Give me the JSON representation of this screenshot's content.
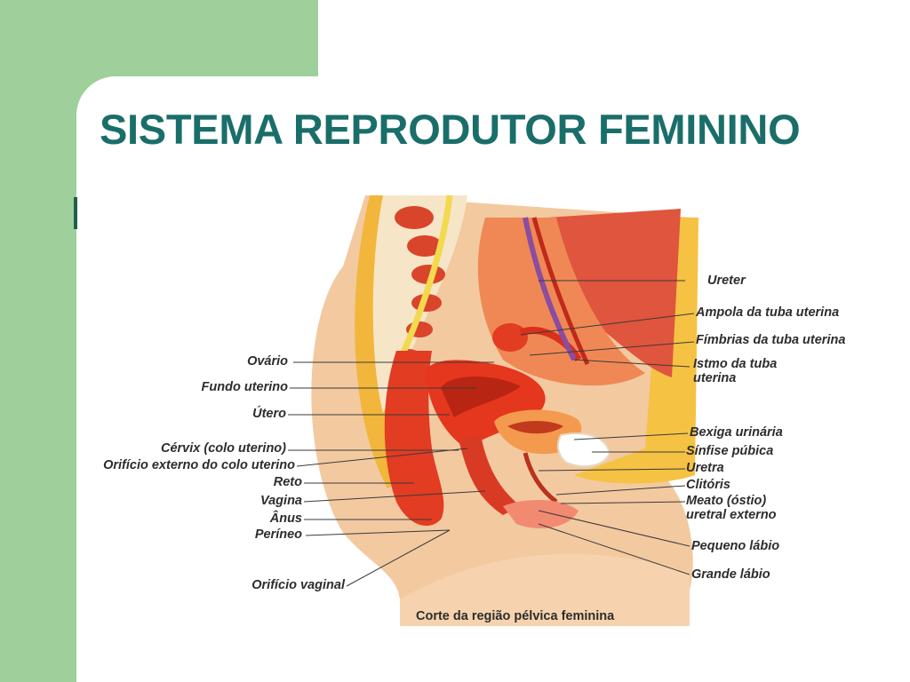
{
  "slide": {
    "title": "SISTEMA REPRODUTOR FEMININO",
    "colors": {
      "accent_green": "#9fcf9a",
      "title_teal": "#1a6e6a"
    }
  },
  "diagram": {
    "caption": "Corte da região pélvica feminina",
    "labels_left": [
      "Ovário",
      "Fundo uterino",
      "Útero",
      "Cérvix (colo uterino)",
      "Orifício externo do colo uterino",
      "Reto",
      "Vagina",
      "Ânus",
      "Períneo",
      "Orifício vaginal"
    ],
    "labels_right": [
      "Ureter",
      "Ampola da tuba uterina",
      "Fímbrias da tuba uterina",
      "Istmo da tuba uterina",
      "Bexiga urinária",
      "Sínfise púbica",
      "Uretra",
      "Clitóris",
      "Meato (óstio) uretral externo",
      "Pequeno lábio",
      "Grande lábio"
    ]
  }
}
